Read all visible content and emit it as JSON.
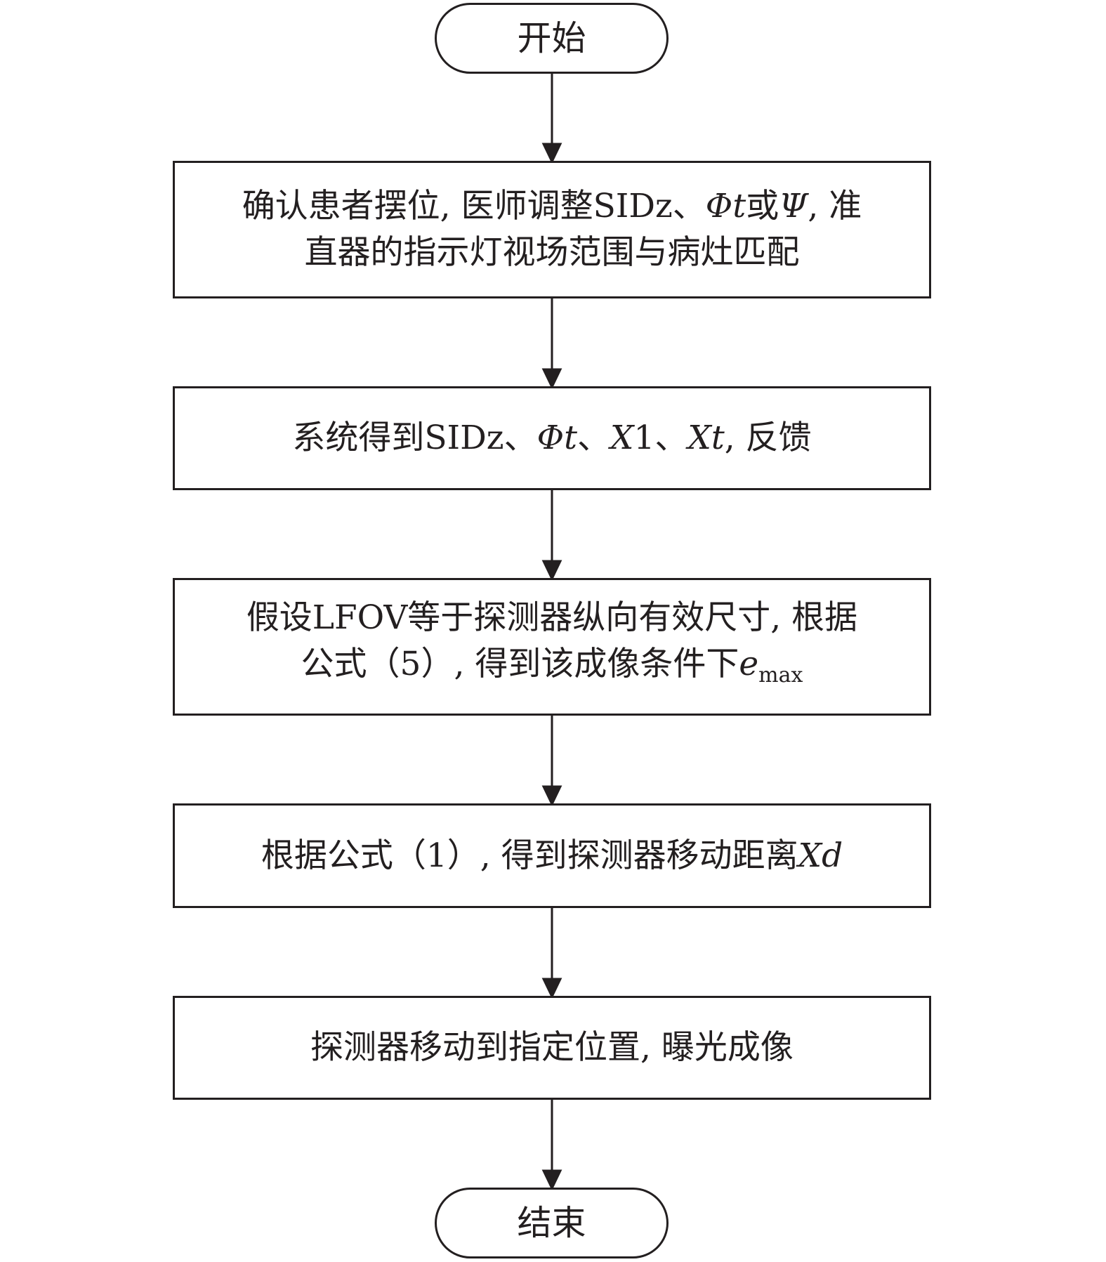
{
  "flowchart": {
    "start": "开始",
    "end": "结束",
    "steps": [
      {
        "line1": "确认患者摆位, 医师调整SIDz、",
        "phi": "Φt",
        "line1b": "或",
        "psi": "Ψ",
        "line1c": ", 准",
        "line2": "直器的指示灯视场范围与病灶匹配"
      },
      {
        "a": "系统得到SIDz、",
        "phi": "Φt",
        "b": "、",
        "x1": "X",
        "x1n": "1",
        "c": "、",
        "xt": "Xt",
        "d": ", 反馈"
      },
      {
        "line1": "假设LFOV等于探测器纵向有效尺寸, 根据",
        "line2": "公式（5）, 得到该成像条件下",
        "e": "e",
        "sub": "max"
      },
      {
        "text": "根据公式（1）, 得到探测器移动距离",
        "xd": "Xd"
      },
      {
        "text": "探测器移动到指定位置, 曝光成像"
      }
    ]
  },
  "colors": {
    "stroke": "#231f20",
    "background": "#ffffff"
  }
}
